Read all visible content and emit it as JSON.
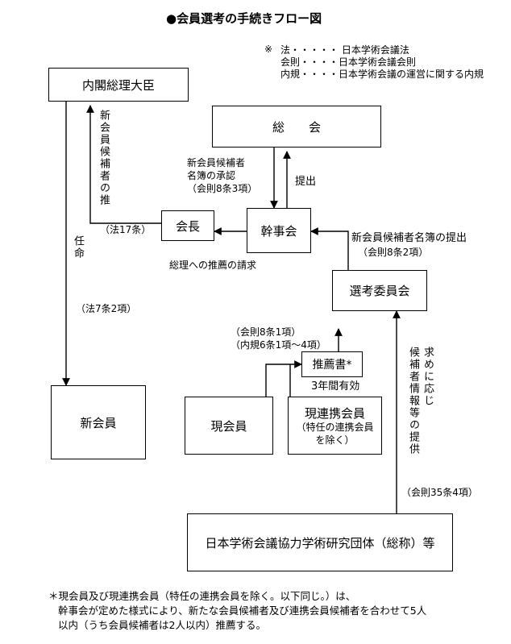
{
  "title": "●会員選考の手続きフロー図",
  "legend": {
    "mark": "※",
    "lines": [
      "法・・・・・ 日本学術会議法",
      "会則・・・・日本学術会議会則",
      "内規・・・・日本学術会議の運営に関する内規"
    ]
  },
  "boxes": {
    "pm": "内閣総理大臣",
    "general": "総　　会",
    "chair": "会長",
    "exec": "幹事会",
    "committee": "選考委員会",
    "recommend": "推薦書*",
    "new_member": "新会員",
    "current_member": "現会員",
    "liaison_title": "現連携会員",
    "liaison_sub": "（特任の連携会員を除く）",
    "org": "日本学術会議協力学術研究団体（総称）等"
  },
  "labels": {
    "candidate_recommend": "新会員候補者の推",
    "law17": "（法17条）",
    "appoint": "任命",
    "law7": "（法7条2項）",
    "approval": "新会員候補者\n名簿の承認\n（会則8条3項）",
    "submit": "提出",
    "request": "総理への推薦の請求",
    "list_submit": "新会員候補者名簿の提出",
    "rule8_2": "（会則8条2項）",
    "rule8_1": "（会則8条1項）\n（内規6条1項～4項）",
    "valid3": "3年間有効",
    "info_col1": "求めに応じ",
    "info_col2": "候補者情報等の提供",
    "rule35": "（会則35条4項）"
  },
  "footnote": [
    "＊現会員及び現連携会員（特任の連携会員を除く。以下同じ。）は、",
    "幹事会が定めた様式により、新たな会員候補者及び連携会員候補者を合わせて5人",
    "以内（うち会員候補者は2人以内）推薦する。"
  ]
}
